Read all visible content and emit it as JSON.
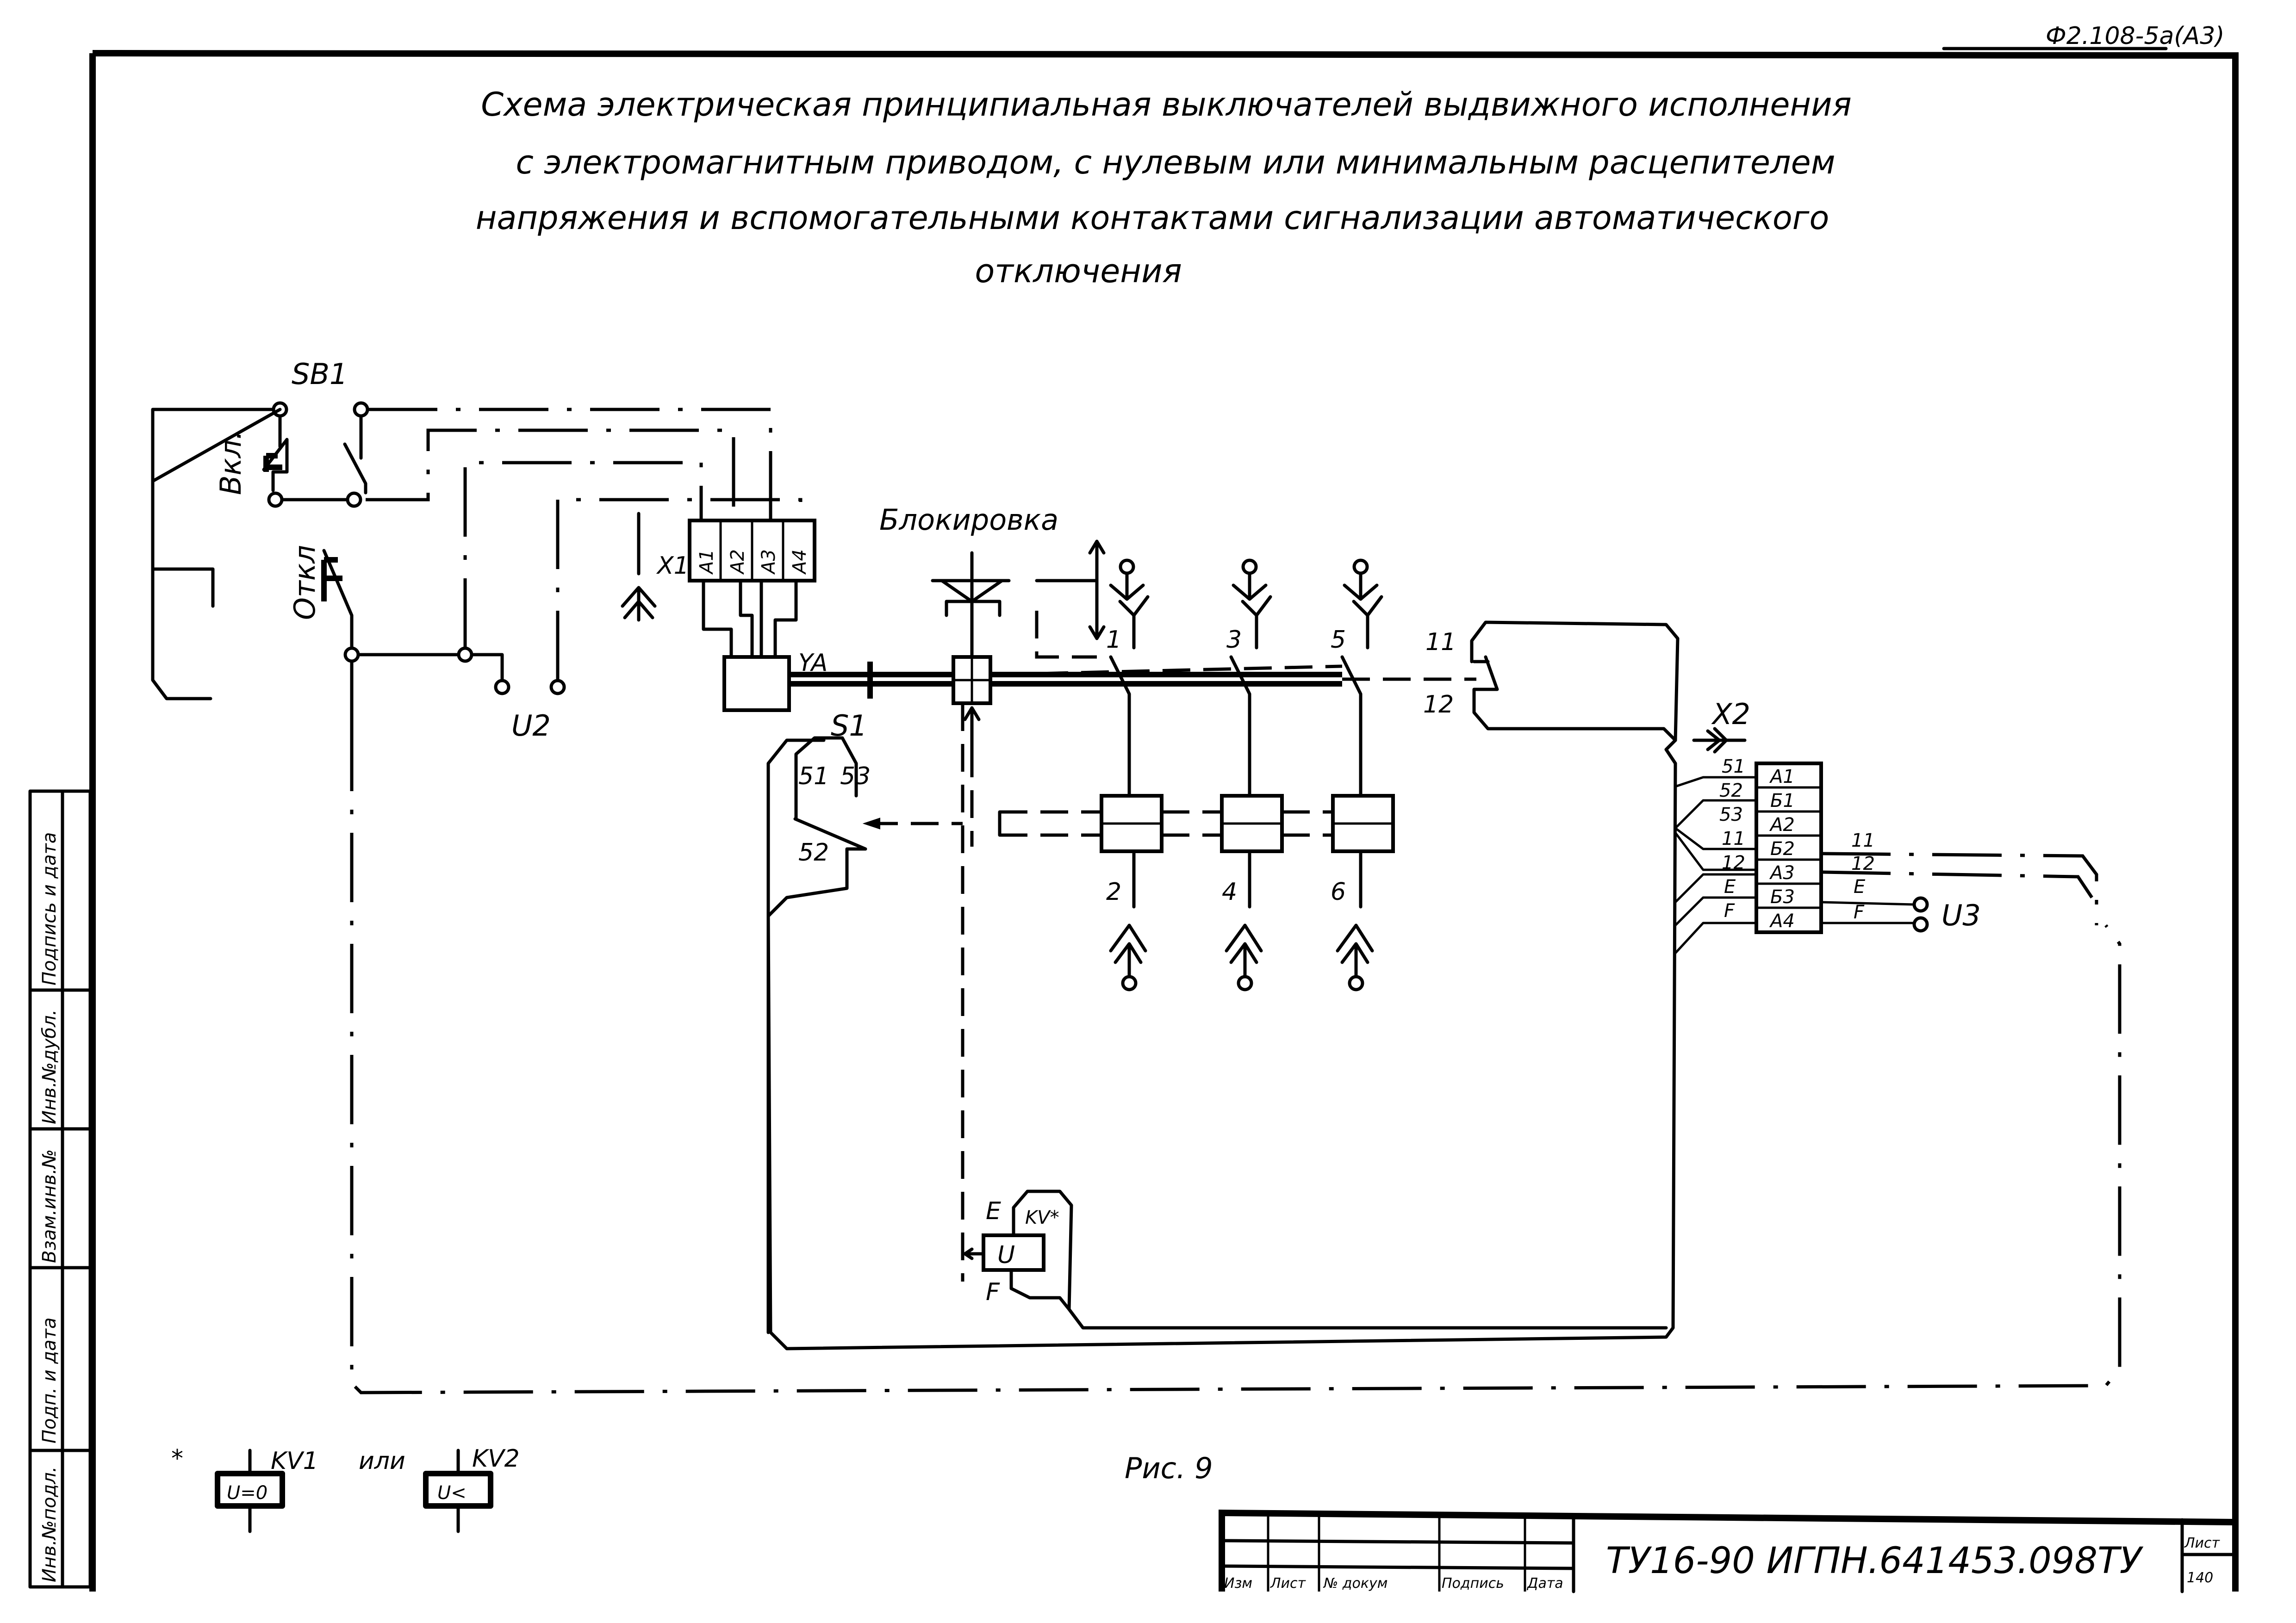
{
  "form_code": "Ф2.108-5а(А3)",
  "title": {
    "lines": [
      "Схема электрическая принципиальная выключателей выдвижного исполнения",
      "с электромагнитным приводом, с нулевым или минимальным расцепителем",
      "напряжения и вспомогательными контактами сигнализации автоматического",
      "отключения"
    ]
  },
  "schematic": {
    "sb1": {
      "label": "SB1",
      "on_label": "Вкл.",
      "off_label": "Откл"
    },
    "u2": "U2",
    "x1": {
      "label": "X1",
      "pins": [
        "А1",
        "А2",
        "А3",
        "А4"
      ]
    },
    "ya": "YA",
    "blocking": "Блокировка",
    "s1": {
      "label": "S1",
      "contacts": [
        "51",
        "53",
        "52"
      ]
    },
    "main_contacts": {
      "top": [
        "1",
        "3",
        "5"
      ],
      "bottom": [
        "2",
        "4",
        "6"
      ]
    },
    "aux_contact": [
      "11",
      "12"
    ],
    "x2": {
      "label": "X2",
      "pins": [
        "А1",
        "Б1",
        "А2",
        "Б2",
        "А3",
        "Б3",
        "А4"
      ],
      "left_wires": [
        "51",
        "52",
        "53",
        "11",
        "12",
        "E",
        "F"
      ],
      "right_wires": [
        "11",
        "12",
        "E",
        "F"
      ]
    },
    "u3": "U3",
    "kv": {
      "label": "KV*",
      "coil": "U",
      "term_top": "E",
      "term_bottom": "F"
    }
  },
  "legend": {
    "asterisk": "*",
    "kv1": {
      "label": "KV1",
      "text": "U=0"
    },
    "or": "или",
    "kv2": {
      "label": "KV2",
      "text": "U<"
    }
  },
  "figure_caption": "Рис. 9",
  "side_stamp": [
    "Инв.№подл.",
    "Подп. и дата",
    "Взам.инв.№",
    "Инв.№дубл.",
    "Подпись и дата"
  ],
  "title_block": {
    "columns": [
      "Изм",
      "Лист",
      "№ докум",
      "Подпись",
      "Дата"
    ],
    "document_code": "ТУ16-90 ИГПН.641453.098ТУ",
    "sheet_label": "Лист",
    "sheet_number": "140"
  }
}
